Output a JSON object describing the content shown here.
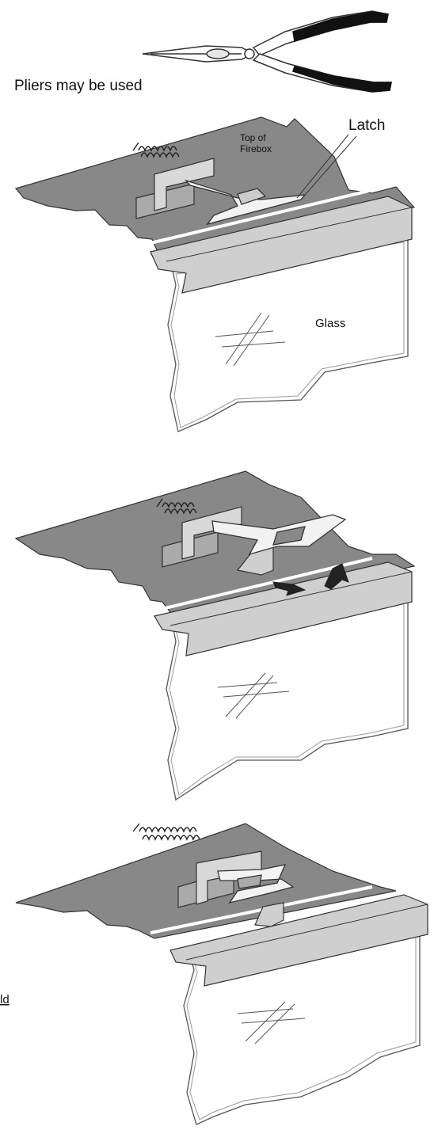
{
  "labels": {
    "pliers": "Pliers may be used",
    "latch": "Latch",
    "top_of_firebox_line1": "Top of",
    "top_of_firebox_line2": "Firebox",
    "glass": "Glass",
    "cut_fragment": "ld"
  },
  "colors": {
    "firebox_surface": "#888888",
    "trim": "#cfcfcf",
    "glass_fill": "#ffffff",
    "line": "#333333",
    "plier_grip": "#111111",
    "latch_fill": "#f2f2f2",
    "arrow": "#222222"
  },
  "icons": [
    "pliers-icon",
    "spring-icon",
    "arrow-icon"
  ]
}
